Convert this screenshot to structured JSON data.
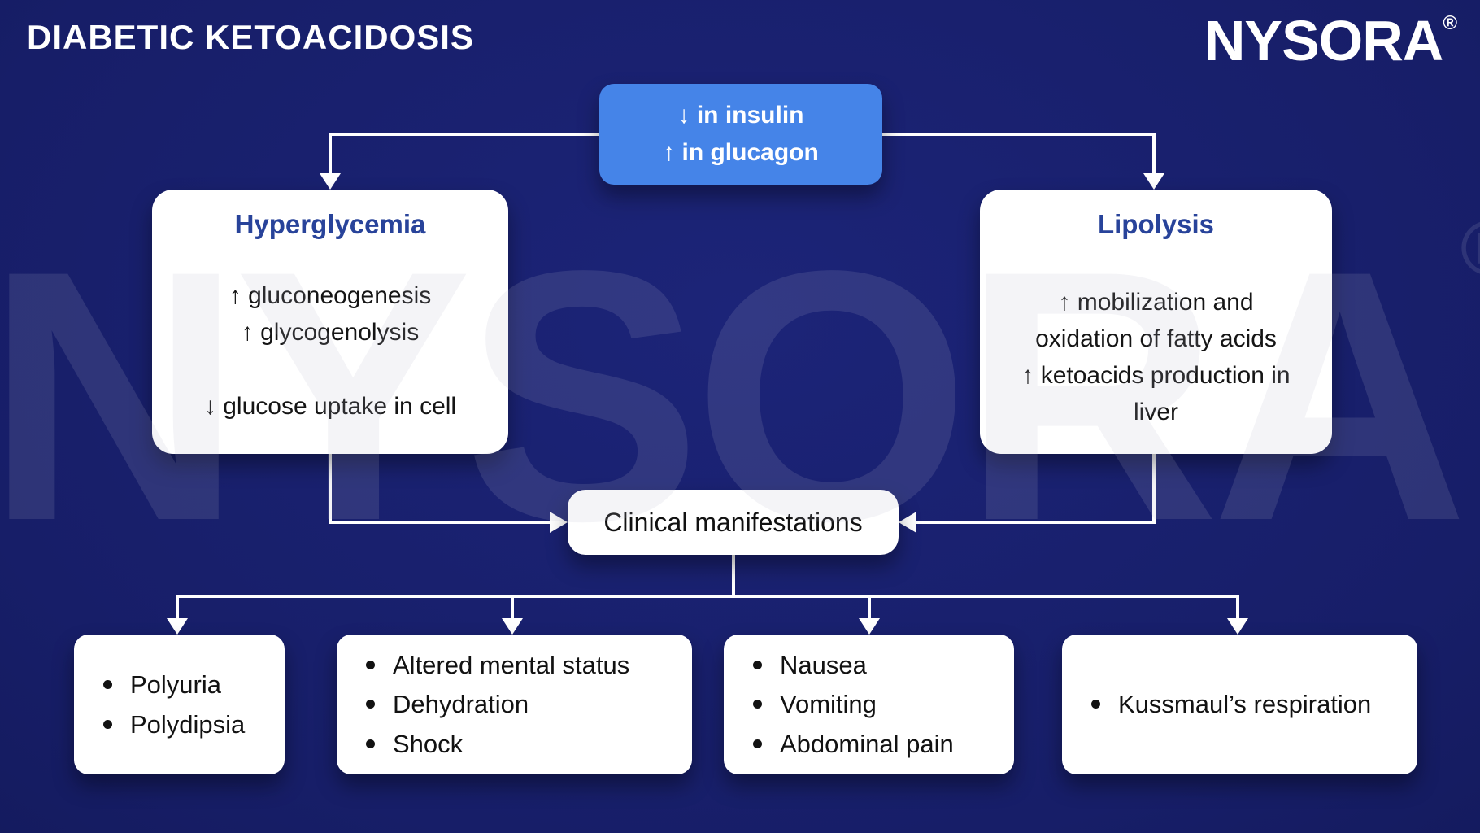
{
  "header": {
    "title": "DIABETIC KETOACIDOSIS",
    "logo": {
      "text": "NYSORA",
      "registered": "®"
    }
  },
  "watermark": {
    "text": "NYSORA",
    "registered": "®"
  },
  "colors": {
    "background_navy": "#171e67",
    "accent_blue": "#4584e8",
    "heading_blue": "#28439a",
    "box_white": "#ffffff",
    "arrow_white": "#ffffff",
    "body_text": "#151515"
  },
  "flow": {
    "root": {
      "line1": "↓ in insulin",
      "line2": "↑ in glucagon"
    },
    "hyperglycemia": {
      "title": "Hyperglycemia",
      "line1": "↑ gluconeogenesis",
      "line2": "↑ glycogenolysis",
      "line3": "↓ glucose uptake in cell"
    },
    "lipolysis": {
      "title": "Lipolysis",
      "line1": "↑ mobilization and oxidation of fatty acids",
      "line2": "↑ ketoacids production in liver"
    },
    "clinical": {
      "label": "Clinical manifestations"
    },
    "manifestations": [
      {
        "items": [
          "Polyuria",
          "Polydipsia"
        ]
      },
      {
        "items": [
          "Altered mental status",
          "Dehydration",
          "Shock"
        ]
      },
      {
        "items": [
          "Nausea",
          "Vomiting",
          "Abdominal pain"
        ]
      },
      {
        "items": [
          "Kussmaul’s respiration"
        ]
      }
    ]
  }
}
